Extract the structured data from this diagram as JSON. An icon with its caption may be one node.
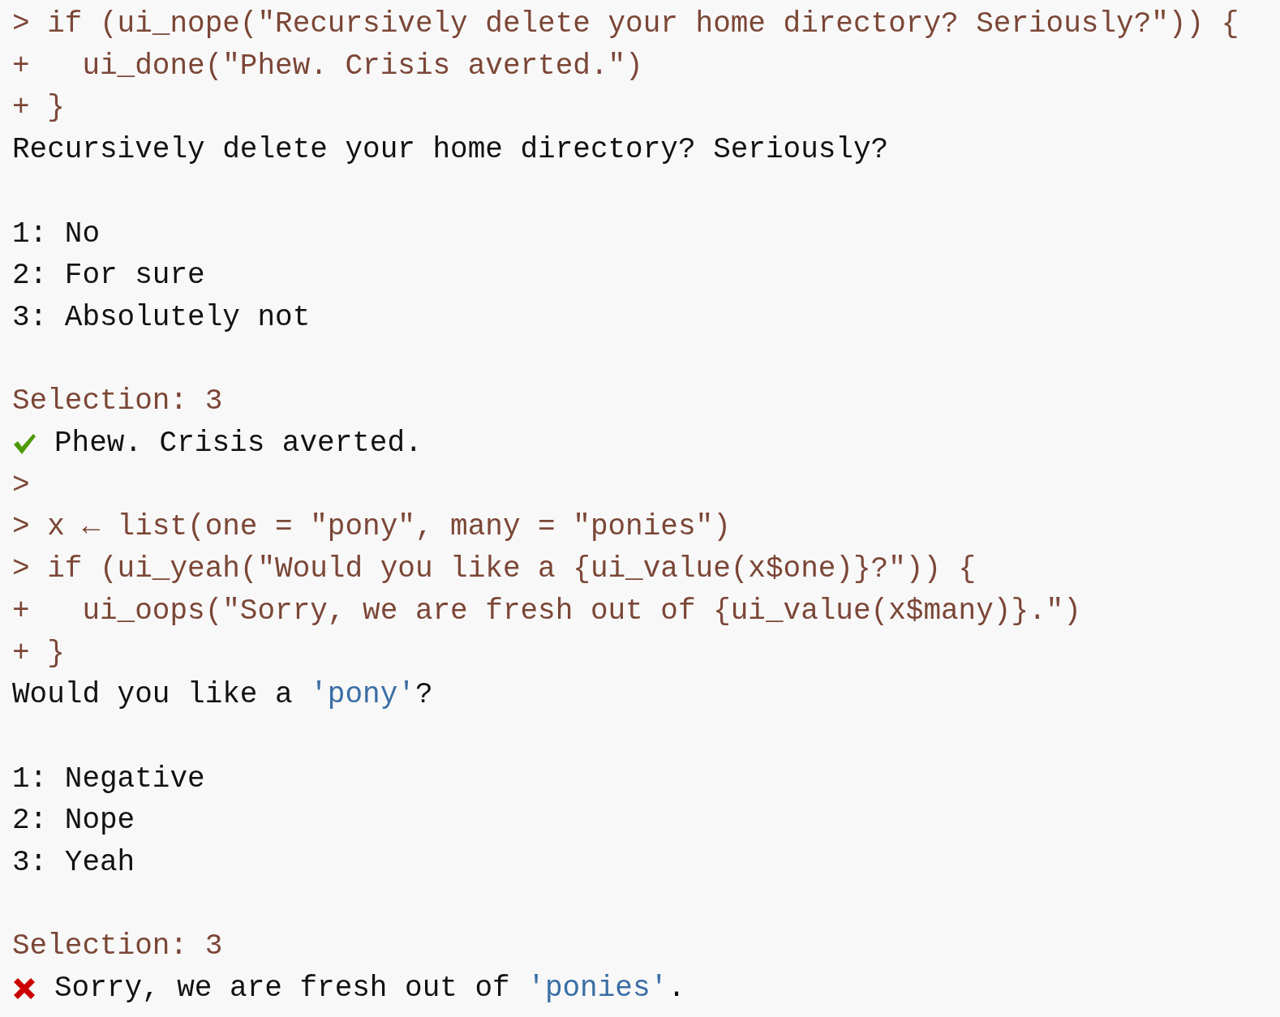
{
  "diagram": {
    "labels": [
      "> if (ui_nope(\"Recursively delete your home directory? Seriously?\")) {",
      "+   ui_done(\"Phew. Crisis averted.\")",
      "+ }",
      "Recursively delete your home directory? Seriously?",
      "1: No",
      "2: For sure",
      "3: Absolutely not",
      "Selection: 3",
      "Phew. Crisis averted.",
      ">",
      "> x ← list(one = \"pony\", many = \"ponies\")",
      "> if (ui_yeah(\"Would you like a {ui_value(x$one)}?\")) {",
      "+   ui_oops(\"Sorry, we are fresh out of {ui_value(x$many)}.\")",
      "+ }",
      "Would you like a",
      "'pony'",
      "?",
      "1: Negative",
      "2: Nope",
      "3: Yeah",
      "Selection: 3",
      "Sorry, we are fresh out of",
      "'ponies'",
      "."
    ]
  }
}
